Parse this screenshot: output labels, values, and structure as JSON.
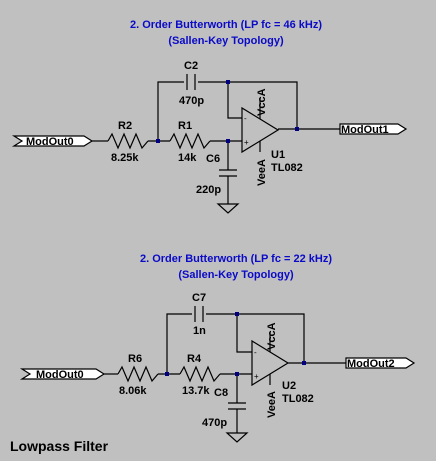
{
  "caption": "Lowpass Filter",
  "circuits": [
    {
      "title": "2. Order Butterworth (LP fc = 46 kHz)",
      "subtitle": "(Sallen-Key Topology)",
      "input_net": "ModOut0",
      "output_net": "ModOut1",
      "opamp": {
        "ref": "U1",
        "part": "TL082",
        "vcc": "VccA",
        "vee": "VeeA",
        "plus": "+",
        "minus": "-"
      },
      "r_in": {
        "ref": "R2",
        "value": "8.25k"
      },
      "r_mid": {
        "ref": "R1",
        "value": "14k"
      },
      "c_fb": {
        "ref": "C2",
        "value": "470p"
      },
      "c_gnd": {
        "ref": "C6",
        "value": "220p"
      }
    },
    {
      "title": "2. Order Butterworth (LP fc = 22 kHz)",
      "subtitle": "(Sallen-Key Topology)",
      "input_net": "ModOut0",
      "output_net": "ModOut2",
      "opamp": {
        "ref": "U2",
        "part": "TL082",
        "vcc": "VccA",
        "vee": "VeeA",
        "plus": "+",
        "minus": "-"
      },
      "r_in": {
        "ref": "R6",
        "value": "8.06k"
      },
      "r_mid": {
        "ref": "R4",
        "value": "13.7k"
      },
      "c_fb": {
        "ref": "C7",
        "value": "1n"
      },
      "c_gnd": {
        "ref": "C8",
        "value": "470p"
      }
    }
  ]
}
